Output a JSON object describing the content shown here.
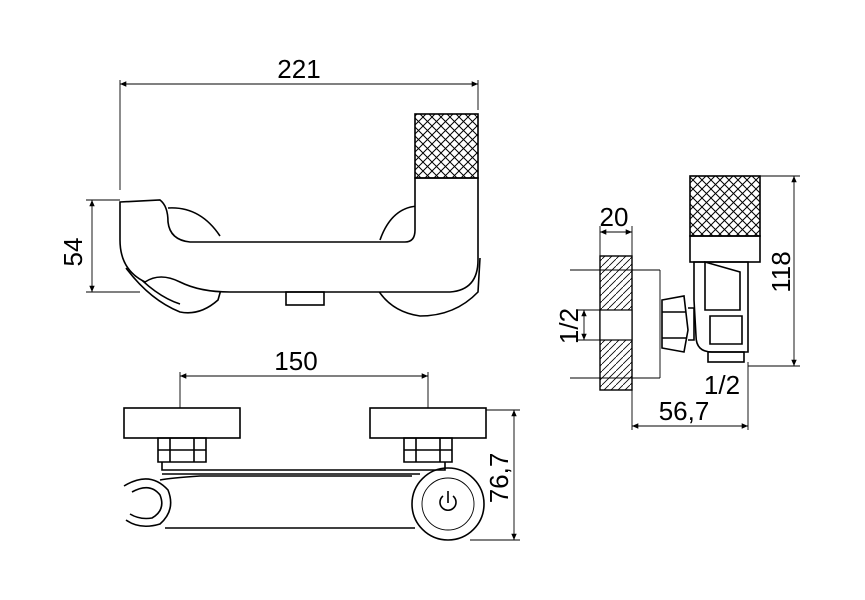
{
  "dimensions": {
    "total_width": "221",
    "height": "54",
    "spacing": "150",
    "depth": "76,7",
    "wall_thickness": "20",
    "inlet_thread": "1/2",
    "outlet_thread": "1/2",
    "overall_height": "118",
    "projection": "56,7"
  }
}
